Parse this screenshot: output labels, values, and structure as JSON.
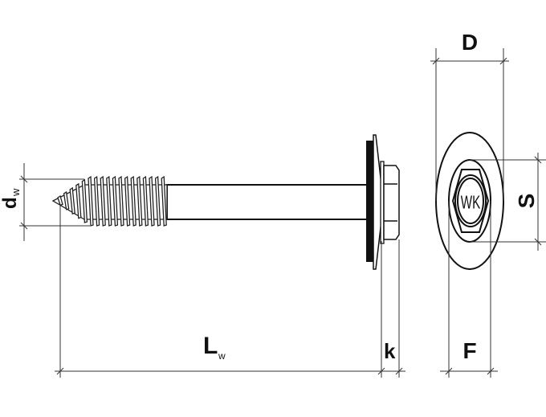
{
  "title": "Screw with sealing washer – dimension drawing",
  "labels": {
    "dw_main": "d",
    "dw_sub": "w",
    "lw_main": "L",
    "lw_sub": "w",
    "k": "k",
    "D": "D",
    "S": "S",
    "F": "F",
    "head_marking": "WK"
  },
  "colors": {
    "line": "#111111",
    "background": "#ffffff"
  }
}
